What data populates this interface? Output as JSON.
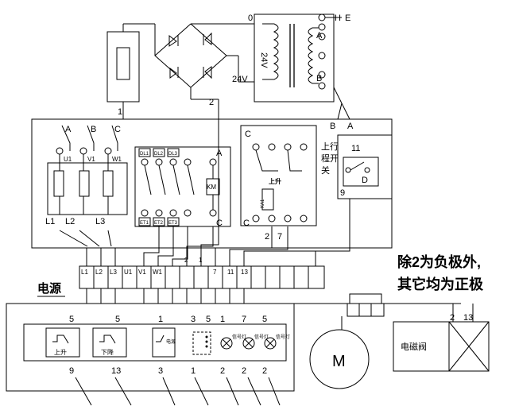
{
  "labels": {
    "transformer_pin_0": "0",
    "transformer_pin_h": "H",
    "transformer_pin_e": "E",
    "transformer_pin_a": "A",
    "transformer_pin_b": "B",
    "secondary_24v": "24V",
    "rectifier_24v": "24V",
    "wire_1": "1",
    "wire_2": "2",
    "phase_a": "A",
    "phase_b": "B",
    "phase_c": "C",
    "pin_u1": "U1",
    "pin_v1": "V1",
    "pin_w1": "W1",
    "pin_l1": "L1",
    "pin_l2": "L2",
    "pin_l3": "L3",
    "dl1": "DL1",
    "dl2": "DL2",
    "dl3": "DL3",
    "et1": "ET1",
    "et2": "ET2",
    "et3": "ET3",
    "contactor_a": "A",
    "contactor_c": "C",
    "km": "KM",
    "relay_c_top": "C",
    "relay_c_bottom": "C",
    "relay_2": "2",
    "relay_7": "7",
    "raise": "上升",
    "ka": "KA1",
    "bus_b": "B",
    "bus_a": "A",
    "travel_switch": [
      "上行",
      "程开",
      "关"
    ],
    "limit_11": "11",
    "limit_9": "9",
    "limit_d": "D",
    "terminals": [
      "L1",
      "L2",
      "L3",
      "U1",
      "V1",
      "W1",
      "2",
      "1",
      "7",
      "11",
      "13",
      "",
      "",
      "",
      "",
      ""
    ],
    "power_label": "电源",
    "note_line1": "除2为负极外,",
    "note_line2": "其它均为正极",
    "btn_up_top": "5",
    "btn_up_bottom": "9",
    "btn_up_label": "上升",
    "btn_down_top": "5",
    "btn_down_bottom": "13",
    "btn_down_label": "下降",
    "btn_pwr_top": "1",
    "btn_pwr_bottom": "3",
    "btn_pwr_label": "电源",
    "relay_block_top_left": "3",
    "relay_block_top_right": "5",
    "relay_block_bottom": "1",
    "lamps": [
      {
        "top": "1",
        "bottom": "2",
        "label": "信号灯"
      },
      {
        "top": "7",
        "bottom": "2",
        "label": "信号灯"
      },
      {
        "top": "5",
        "bottom": "2",
        "label": "信号灯"
      }
    ],
    "motor": "M",
    "valve_pin_2": "2",
    "valve_pin_13": "13",
    "valve_label": "电磁阀"
  }
}
